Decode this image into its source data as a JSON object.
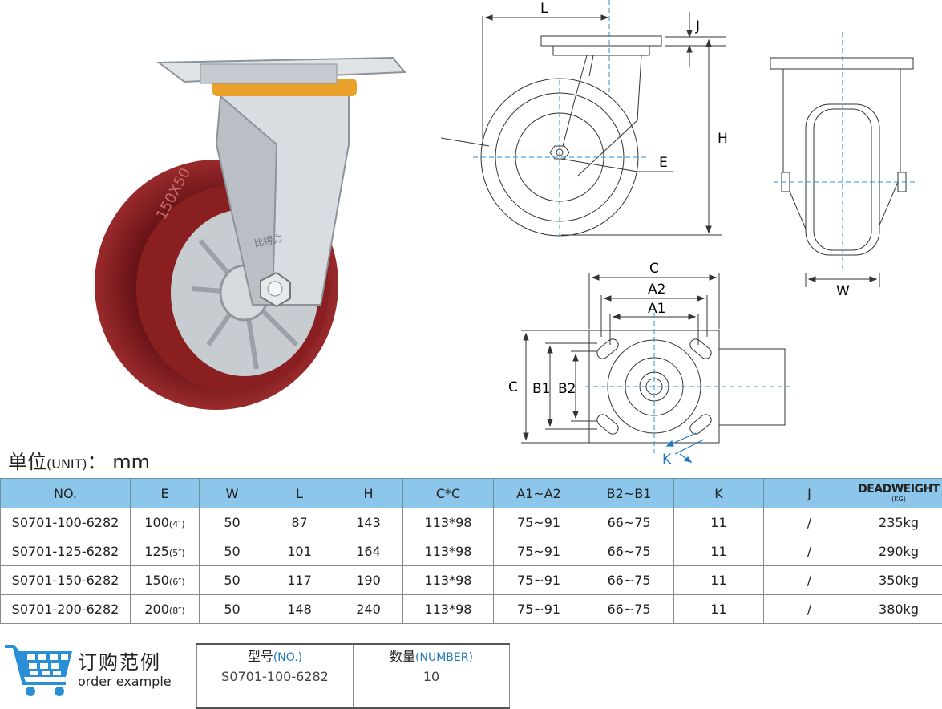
{
  "product_image": {
    "wheel_label": "150X50",
    "brand_mark": "比得力"
  },
  "drawings": {
    "side": {
      "L": "L",
      "J": "J",
      "H": "H",
      "E": "E"
    },
    "front": {
      "W": "W"
    },
    "plate": {
      "C_top": "C",
      "A2": "A2",
      "A1": "A1",
      "C_left": "C",
      "B1": "B1",
      "B2": "B2",
      "K": "K"
    }
  },
  "unit": {
    "label": "单位",
    "paren": "(UNIT)",
    "colon": "：",
    "value": "mm"
  },
  "table": {
    "headers": {
      "no": "NO.",
      "e": "E",
      "w": "W",
      "l": "L",
      "h": "H",
      "cc": "C*C",
      "a": "A1~A2",
      "b": "B2~B1",
      "k": "K",
      "j": "J",
      "dw": "DEADWEIGHT",
      "dw_unit": "(KG)"
    },
    "rows": [
      {
        "no": "S0701-100-6282",
        "e": "100",
        "e_in": "(4″)",
        "w": "50",
        "l": "87",
        "h": "143",
        "cc": "113*98",
        "a": "75~91",
        "b": "66~75",
        "k": "11",
        "j": "/",
        "dw": "235kg"
      },
      {
        "no": "S0701-125-6282",
        "e": "125",
        "e_in": "(5″)",
        "w": "50",
        "l": "101",
        "h": "164",
        "cc": "113*98",
        "a": "75~91",
        "b": "66~75",
        "k": "11",
        "j": "/",
        "dw": "290kg"
      },
      {
        "no": "S0701-150-6282",
        "e": "150",
        "e_in": "(6″)",
        "w": "50",
        "l": "117",
        "h": "190",
        "cc": "113*98",
        "a": "75~91",
        "b": "66~75",
        "k": "11",
        "j": "/",
        "dw": "350kg"
      },
      {
        "no": "S0701-200-6282",
        "e": "200",
        "e_in": "(8″)",
        "w": "50",
        "l": "148",
        "h": "240",
        "cc": "113*98",
        "a": "75~91",
        "b": "66~75",
        "k": "11",
        "j": "/",
        "dw": "380kg"
      }
    ]
  },
  "order": {
    "title": "订购范例",
    "subtitle": "order example",
    "col1_cn": "型号",
    "col1_en": "(NO.)",
    "col2_cn": "数量",
    "col2_en": "(NUMBER)",
    "example_no": "S0701-100-6282",
    "example_qty": "10"
  },
  "colors": {
    "header_bg": "#8cc6ea",
    "accent_blue": "#1e78c2",
    "wheel_red": "#8a1f22",
    "center_line": "#2a8fd6"
  }
}
